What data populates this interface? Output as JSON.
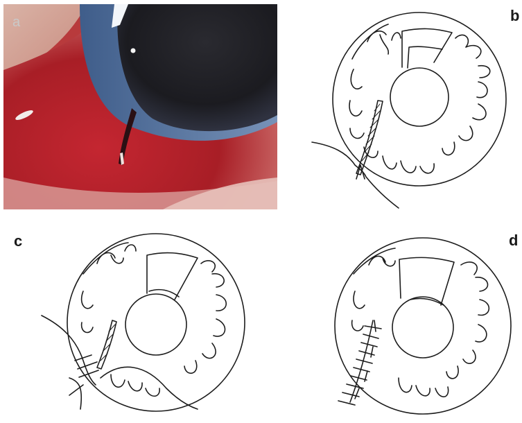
{
  "figure": {
    "panel_labels": {
      "a": "a",
      "b": "b",
      "c": "c",
      "d": "d"
    },
    "panel_a": {
      "kind": "clinical photograph of eye with conjunctival wound",
      "colors": {
        "sclera_red": "#b3222a",
        "cornea_dark": "#1f1f24",
        "iris_blue": "#4f6f9a"
      }
    }
  }
}
